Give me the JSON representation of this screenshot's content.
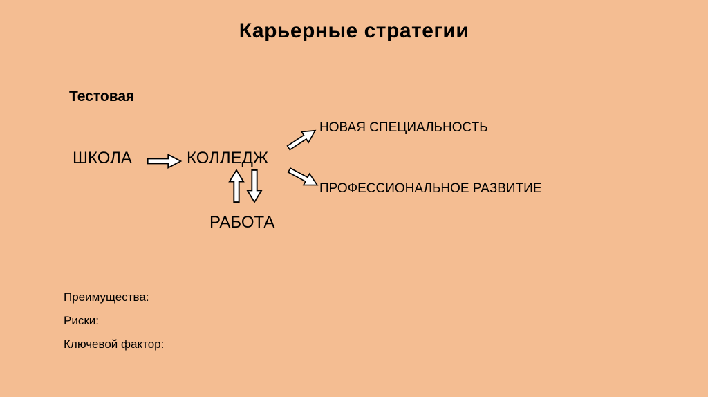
{
  "slide": {
    "title": "Карьерные стратегии",
    "subtitle": "Тестовая",
    "nodes": {
      "school": "ШКОЛА",
      "college": "КОЛЛЕДЖ",
      "work": "РАБОТА",
      "new_specialty": "НОВАЯ СПЕЦИАЛЬНОСТЬ",
      "professional_development": "ПРОФЕССИОНАЛЬНОЕ РАЗВИТИЕ"
    },
    "footer_labels": {
      "advantages": "Преимущества:",
      "risks": "Риски:",
      "key_factor": "Ключевой фактор:"
    },
    "colors": {
      "background": "#f4bd92",
      "text": "#000000",
      "arrow_fill": "#ffffff",
      "arrow_stroke": "#000000"
    }
  }
}
